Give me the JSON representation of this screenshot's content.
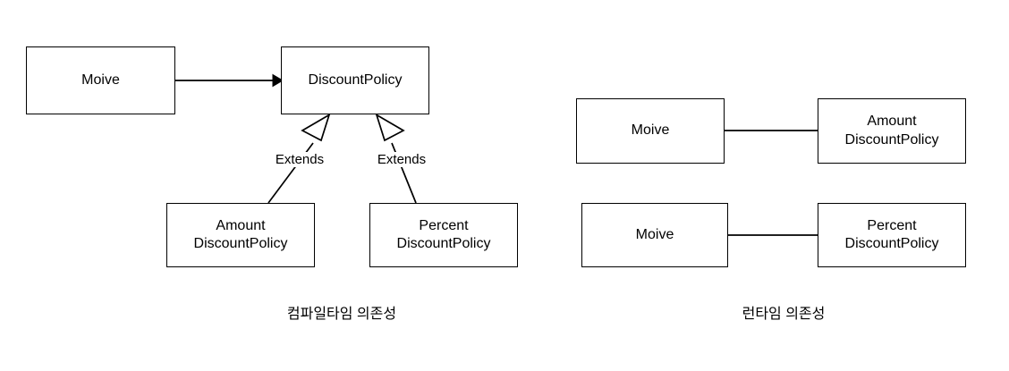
{
  "diagram": {
    "title_left": "컴파일타임 의존성",
    "title_right": "런타임 의존성",
    "colors": {
      "stroke": "#000000",
      "fill": "#ffffff",
      "text": "#000000"
    },
    "left_panel": {
      "caption": "컴파일타임 의존성",
      "nodes": [
        {
          "id": "movie",
          "label": "Moive"
        },
        {
          "id": "discount_policy",
          "label": "DiscountPolicy"
        },
        {
          "id": "amount_discount_policy",
          "label": "Amount\nDiscountPolicy"
        },
        {
          "id": "percent_discount_policy",
          "label": "Percent\nDiscountPolicy"
        }
      ],
      "edges": [
        {
          "from": "movie",
          "to": "discount_policy",
          "type": "dependency-arrow",
          "label": ""
        },
        {
          "from": "amount_discount_policy",
          "to": "discount_policy",
          "type": "generalization",
          "label": "Extends"
        },
        {
          "from": "percent_discount_policy",
          "to": "discount_policy",
          "type": "generalization",
          "label": "Extends"
        }
      ],
      "edge_label_left": "Extends",
      "edge_label_right": "Extends"
    },
    "right_panel": {
      "caption": "런타임 의존성",
      "nodes": [
        {
          "id": "movie_top",
          "label": "Moive"
        },
        {
          "id": "amount_discount_policy_rt",
          "label": "Amount\nDiscountPolicy"
        },
        {
          "id": "movie_bottom",
          "label": "Moive"
        },
        {
          "id": "percent_discount_policy_rt",
          "label": "Percent\nDiscountPolicy"
        }
      ],
      "edges": [
        {
          "from": "movie_top",
          "to": "amount_discount_policy_rt",
          "type": "association",
          "label": ""
        },
        {
          "from": "movie_bottom",
          "to": "percent_discount_policy_rt",
          "type": "association",
          "label": ""
        }
      ]
    }
  }
}
